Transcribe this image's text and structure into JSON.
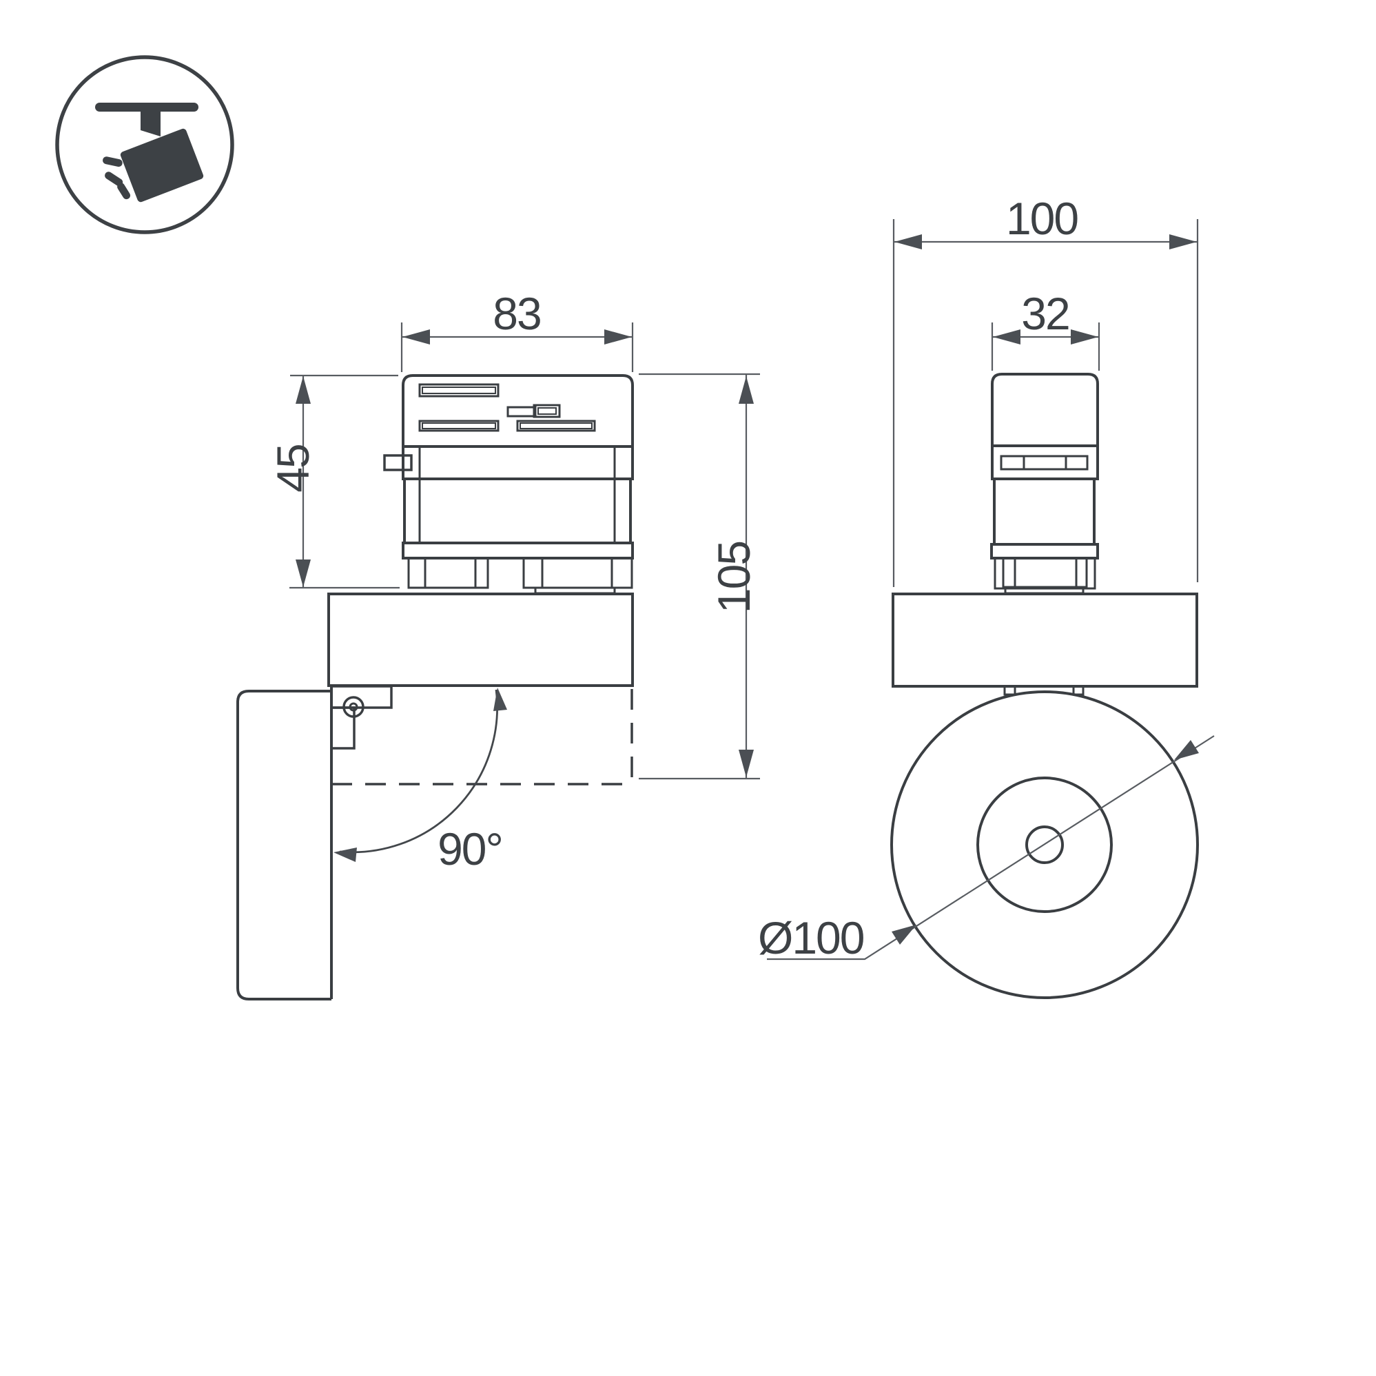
{
  "icon": {
    "name": "ceiling-track-spotlight-pictogram",
    "color": "#3d4145"
  },
  "colors": {
    "background": "#ffffff",
    "outline": "#3a3e42",
    "dimension_line": "#585c61",
    "arrow": "#4b4f54",
    "text": "#3d4145"
  },
  "side_view": {
    "dimensions": {
      "adapter_width": "83",
      "adapter_height": "45",
      "total_height": "105",
      "tilt_angle": "90°"
    }
  },
  "front_view": {
    "dimensions": {
      "overall_width": "100",
      "adapter_width": "32",
      "head_diameter": "Ø100"
    }
  }
}
